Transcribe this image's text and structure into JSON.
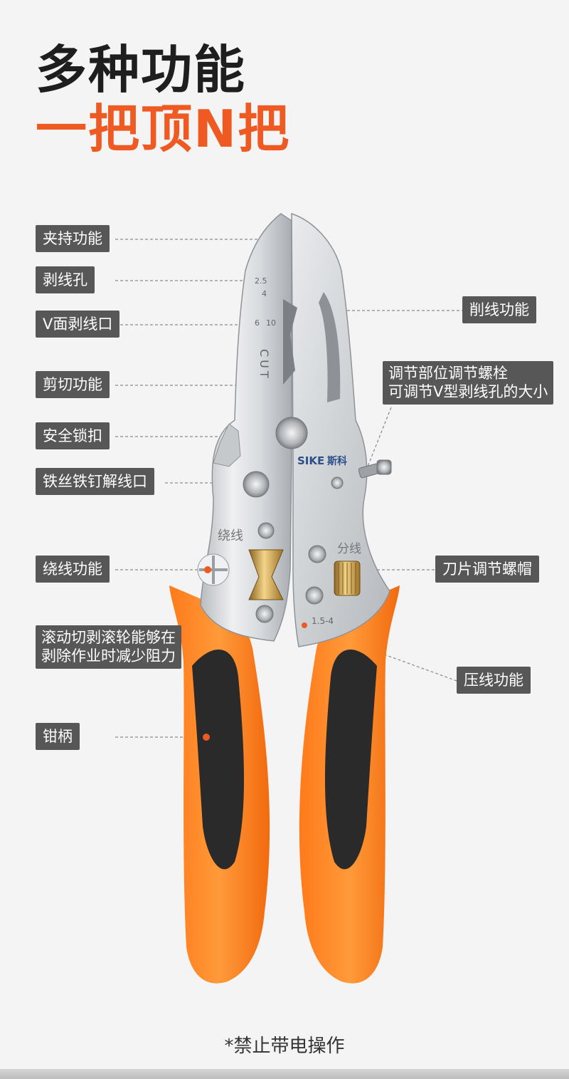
{
  "header": {
    "title_line1": "多种功能",
    "title_line2": "一把顶N把"
  },
  "accent_color": "#ee5a22",
  "tool": {
    "brand": "SIKE",
    "brand_cn": "斯科",
    "blade_text": "CUT",
    "markings": [
      "2.5",
      "4",
      "6",
      "10"
    ],
    "winding_text": "绕线",
    "split_text": "分线",
    "crimp_text": "1.5-4"
  },
  "labels": {
    "clamp": "夹持功能",
    "strip_hole": "剥线孔",
    "v_strip": "V面剥线口",
    "cut": "剪切功能",
    "safety_lock": "安全锁扣",
    "wire_nail": "铁丝铁钉解线口",
    "winding": "绕线功能",
    "roller_line1": "滚动切剥滚轮能够在",
    "roller_line2": "剥除作业时减少阻力",
    "handle": "钳柄",
    "shave": "削线功能",
    "adjust_line1": "调节部位调节螺栓",
    "adjust_line2": "可调节V型剥线孔的大小",
    "blade_cap": "刀片调节螺帽",
    "crimp": "压线功能"
  },
  "footer": {
    "note": "*禁止带电操作"
  }
}
